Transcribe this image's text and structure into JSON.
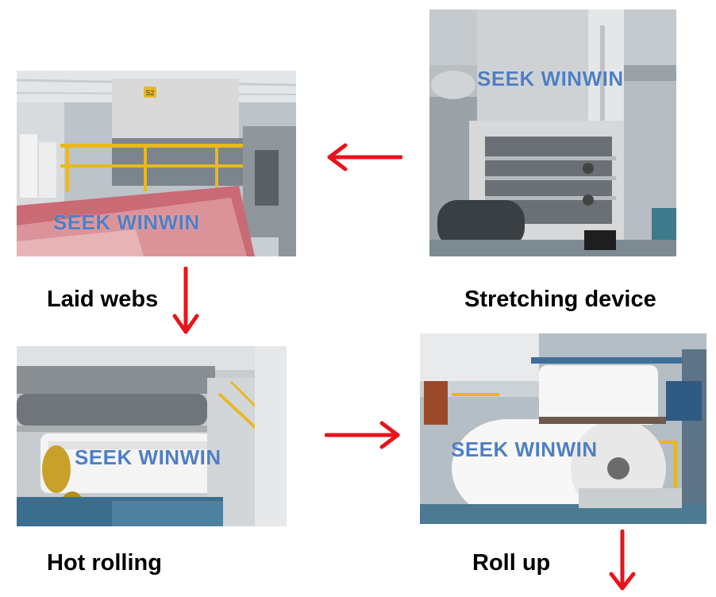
{
  "steps": [
    {
      "label": "Stretching device",
      "watermark": "SEEK WINWIN"
    },
    {
      "label": "Laid webs",
      "watermark": "SEEK WINWIN"
    },
    {
      "label": "Hot rolling",
      "watermark": "SEEK WINWIN"
    },
    {
      "label": "Roll up",
      "watermark": "SEEK WINWIN"
    }
  ],
  "machine_tag": "S2",
  "colors": {
    "arrow": "#e8141c",
    "watermark": "#4f7fc4"
  }
}
